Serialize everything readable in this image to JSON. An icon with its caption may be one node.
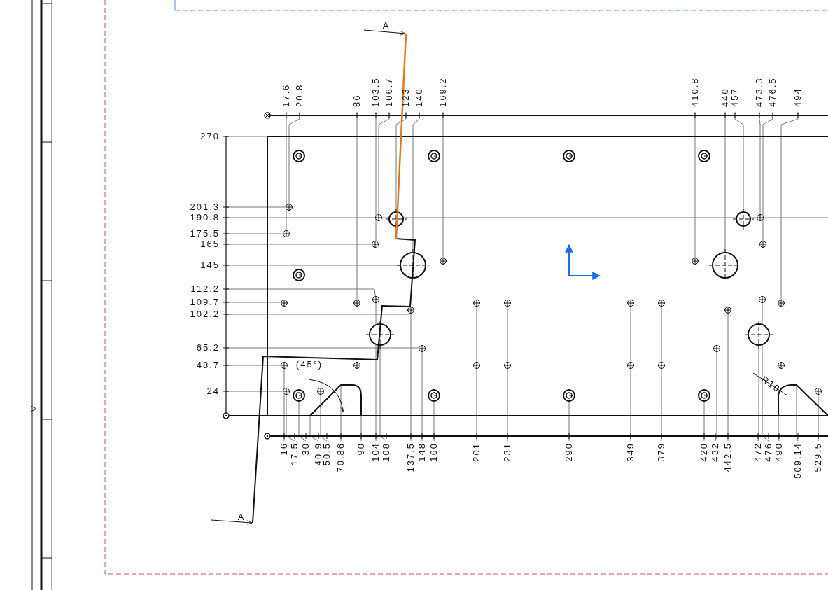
{
  "diagram": {
    "labels": [
      "A",
      "17.6",
      "20.8",
      "86",
      "103.5",
      "106.7",
      "123",
      "140",
      "169.2",
      "410.8",
      "440",
      "457",
      "473.3",
      "476.5",
      "494",
      "270",
      "201.3",
      "190.8",
      "175.5",
      "165",
      "145",
      "112.2",
      "109.7",
      "102.2",
      "65.2",
      "48.7",
      "24",
      "(45°)",
      "R10",
      "16",
      "17.5",
      "30",
      "40.9",
      "50.5",
      "70.86",
      "90",
      "104",
      "108",
      "137.5",
      "148",
      "160",
      "201",
      "231",
      "290",
      "349",
      "379",
      "420",
      "432",
      "442.5",
      "472",
      "476",
      "490",
      "509.14",
      "529.5",
      "A"
    ]
  }
}
